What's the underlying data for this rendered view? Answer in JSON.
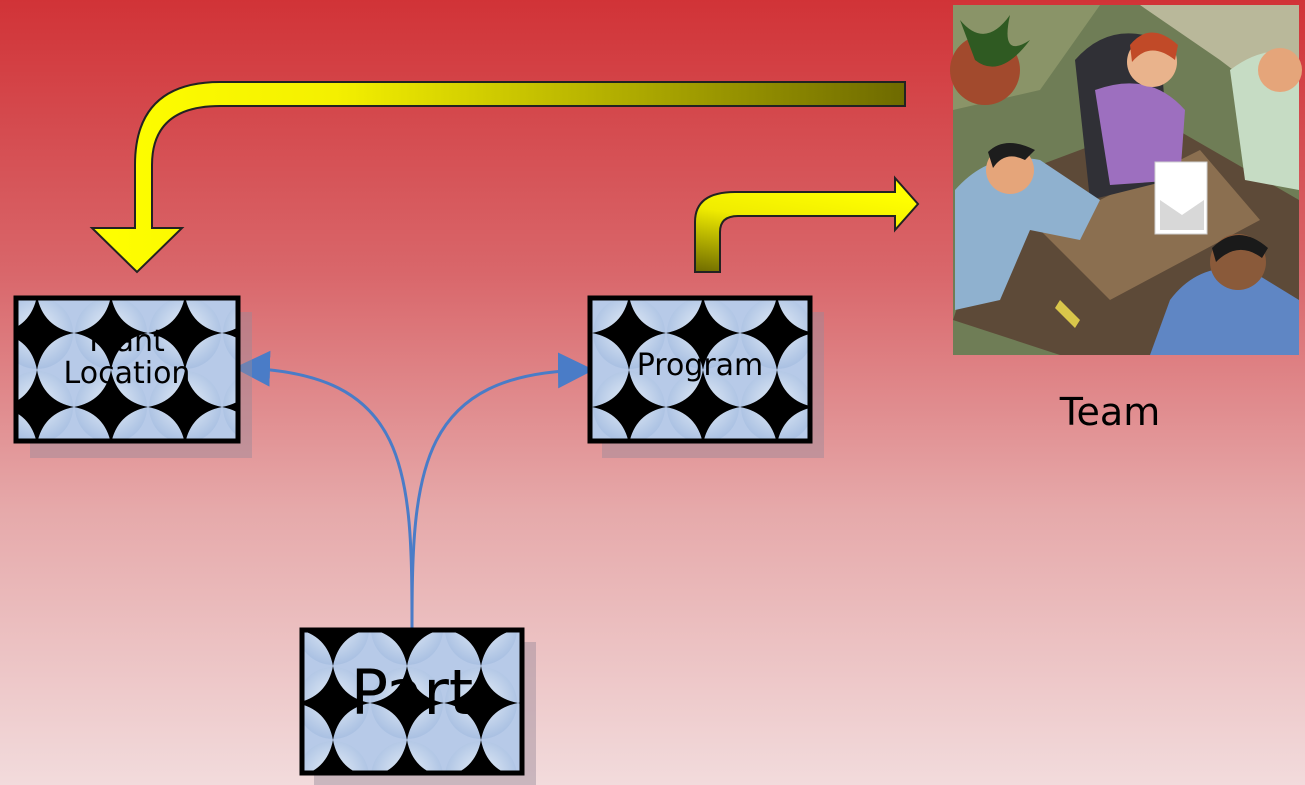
{
  "diagram": {
    "nodes": {
      "plant_location": {
        "label_line1": "Plant",
        "label_line2": "Location"
      },
      "program": {
        "label": "Program"
      },
      "part": {
        "label": "Part"
      }
    },
    "team_caption": "Team"
  },
  "colors": {
    "background_top": "#d13337",
    "background_bottom": "#f2dbdc",
    "arrow_yellow": "#ffff00",
    "arrow_olive": "#7a7400",
    "connector_blue": "#4a7cc7",
    "box_fill": "#b9cbe6",
    "box_border": "#000000"
  },
  "icons": {
    "team_picture": "meeting-clipart",
    "box_pattern": "star-quilt-pattern"
  }
}
